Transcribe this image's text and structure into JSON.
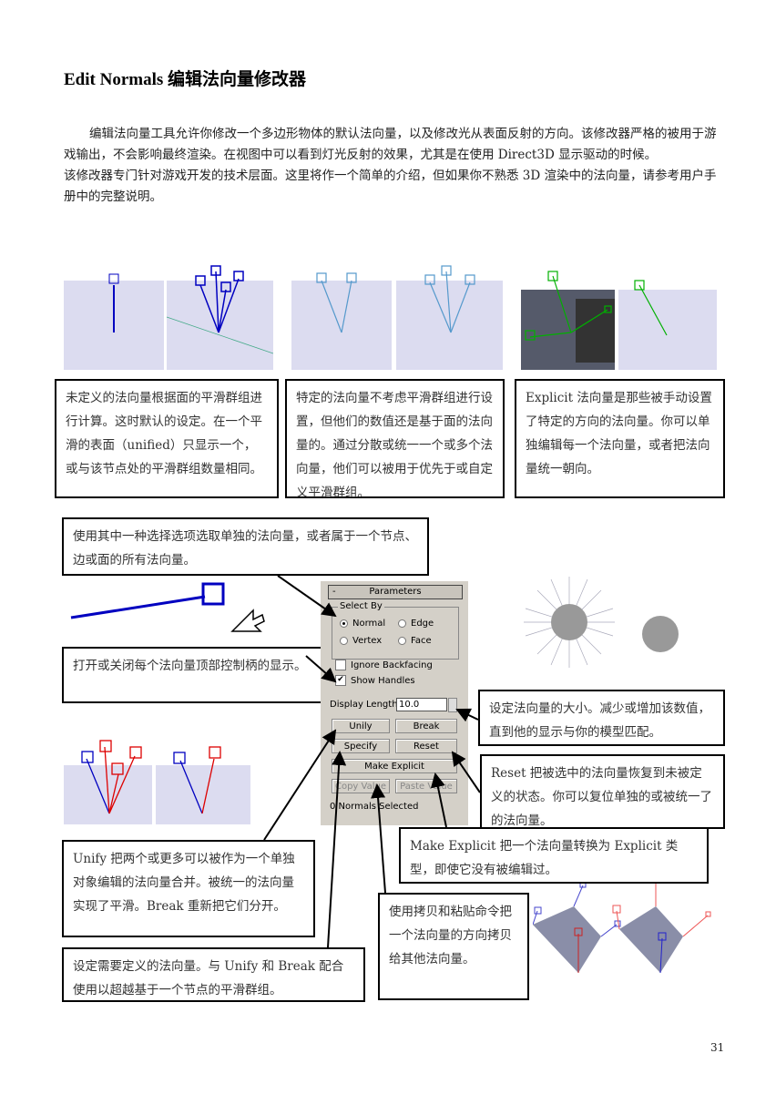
{
  "title": "Edit Normals 编辑法向量修改器",
  "intro": {
    "p1": "编辑法向量工具允许你修改一个多边形物体的默认法向量，以及修改光从表面反射的方向。该修改器严格的被用于游戏输出，不会影响最终渲染。在视图中可以看到灯光反射的效果，尤其是在使用 Direct3D 显示驱动的时候。",
    "p2": "该修改器专门针对游戏开发的技术层面。这里将作一个简单的介绍，但如果你不熟悉 3D 渲染中的法向量，请参考用户手册中的完整说明。"
  },
  "captions": {
    "unified": "未定义的法向量根据面的平滑群组进行计算。这时默认的设定。在一个平滑的表面（unified）只显示一个，或与该节点处的平滑群组数量相同。",
    "specified": "特定的法向量不考虑平滑群组进行设置，但他们的数值还是基于面的法向量的。通过分散或统一一个或多个法向量，他们可以被用于优先于或自定义平滑群组。",
    "explicit": "Explicit 法向量是那些被手动设置了特定的方向的法向量。你可以单独编辑每一个法向量，或者把法向量统一朝向。",
    "select": "使用其中一种选择选项选取单独的法向量，或者属于一个节点、边或面的所有法向量。",
    "handles": "打开或关闭每个法向量顶部控制柄的显示。",
    "length": "设定法向量的大小。减少或增加该数值，直到他的显示与你的模型匹配。",
    "reset": "Reset 把被选中的法向量恢复到未被定义的状态。你可以复位单独的或被统一了的法向量。",
    "make_explicit": "Make Explicit 把一个法向量转换为 Explicit 类型，即使它没有被编辑过。",
    "unify": "Unify 把两个或更多可以被作为一个单独对象编辑的法向量合并。被统一的法向量实现了平滑。Break 重新把它们分开。",
    "copy": "使用拷贝和粘贴命令把一个法向量的方向拷贝给其他法向量。",
    "specify": "设定需要定义的法向量。与 Unify 和 Break 配合使用以超越基于一个节点的平滑群组。"
  },
  "panel": {
    "minus": "-",
    "title": "Parameters",
    "select_by": "Select By",
    "normal": "Normal",
    "edge": "Edge",
    "vertex": "Vertex",
    "face": "Face",
    "selected": "Normal",
    "ignore_backfacing": "Ignore Backfacing",
    "ignore_backfacing_checked": false,
    "show_handles": "Show Handles",
    "show_handles_checked": true,
    "check_mark": "✔",
    "display_length_label": "Display Length:",
    "display_length": "10.0",
    "unify": "Unily",
    "break": "Break",
    "specify": "Specify",
    "reset": "Reset",
    "make_explicit": "Make Explicit",
    "copy_value": "Copy Value",
    "paste_value": "Paste Value",
    "status": "0 Normals Selected"
  },
  "page_number": "31"
}
